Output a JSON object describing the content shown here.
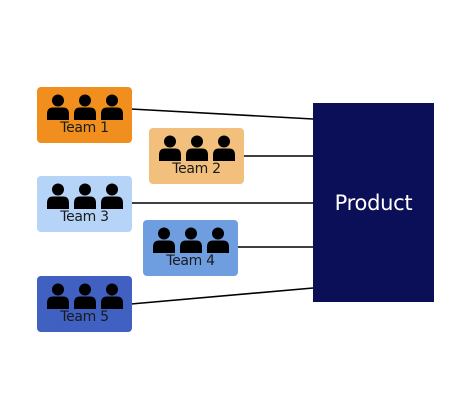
{
  "teams": [
    {
      "label": "Team 1",
      "color": "#f08f1d",
      "text_color": "#1a1a1a"
    },
    {
      "label": "Team 2",
      "color": "#f2c07c",
      "text_color": "#1a1a1a"
    },
    {
      "label": "Team 3",
      "color": "#b6d4f7",
      "text_color": "#1a1a1a"
    },
    {
      "label": "Team 4",
      "color": "#6f9ee0",
      "text_color": "#1a1a1a"
    },
    {
      "label": "Team 5",
      "color": "#4060c2",
      "text_color": "#1a1a1a"
    }
  ],
  "product": {
    "label": "Product",
    "color": "#0b0f57",
    "text_color": "#ffffff"
  },
  "icons": {
    "person": "person-icon"
  },
  "connector_color": "#000000"
}
